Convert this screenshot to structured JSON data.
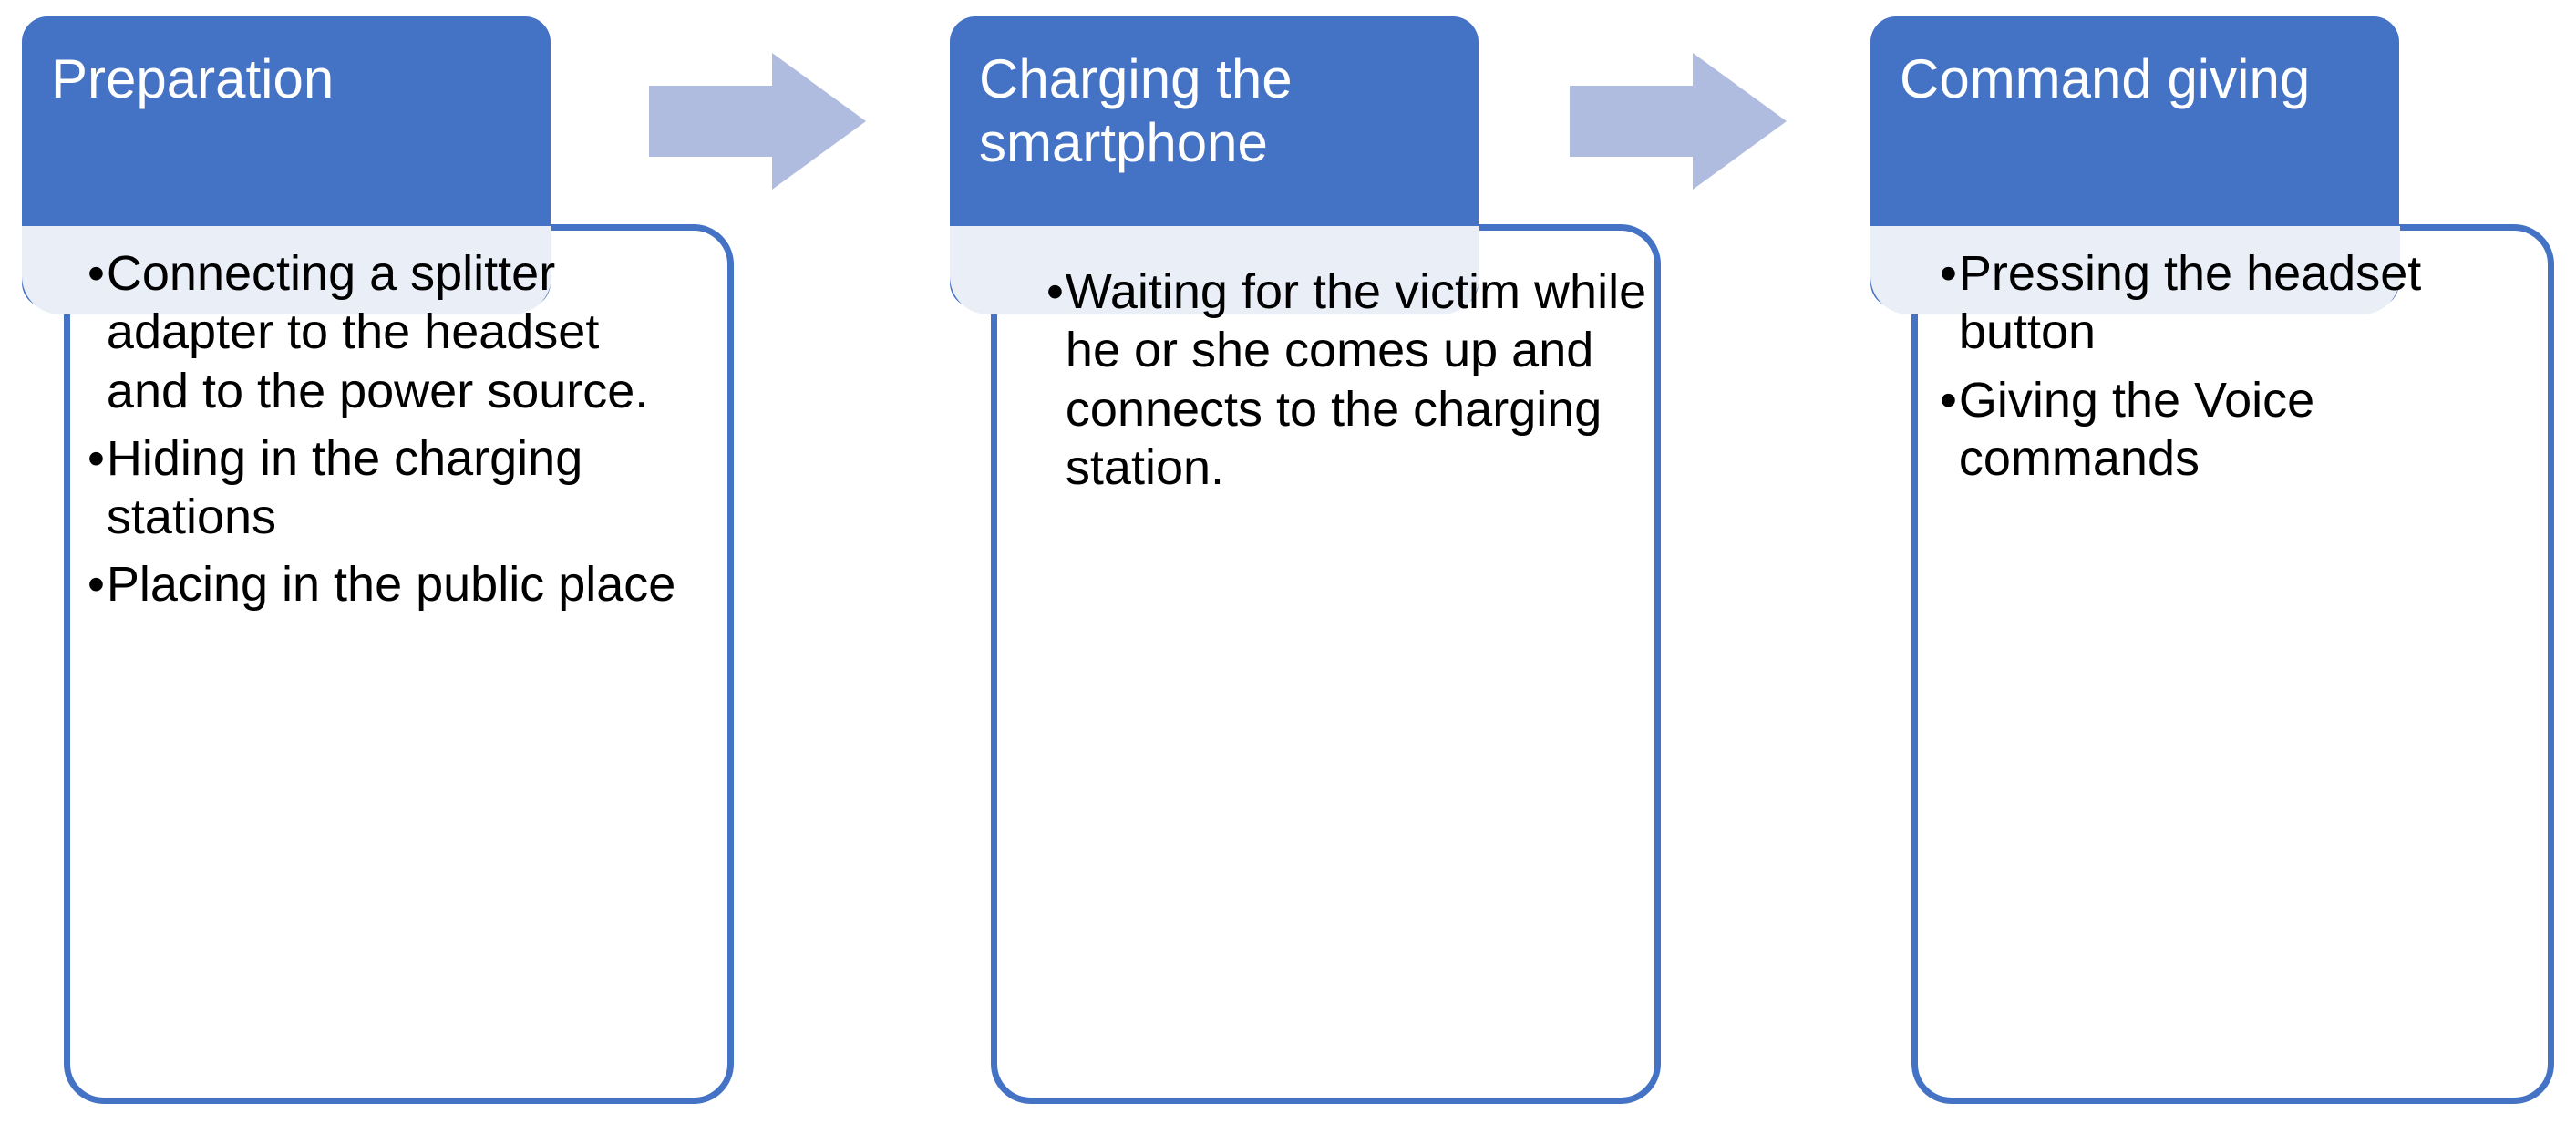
{
  "diagram": {
    "type": "process-flow",
    "title": "",
    "orientation": "horizontal",
    "colors": {
      "header_fill": "#4472C4",
      "card_border": "#4472C4",
      "card_fill": "#FFFFFF",
      "tint_patch": "#E9EEF7",
      "arrow_fill": "#AFBCDF",
      "header_text": "#FFFFFF",
      "body_text": "#000000",
      "page_background": "#FFFFFF"
    },
    "bullet_glyph": "•",
    "steps": [
      {
        "id": "step-1",
        "header": "Preparation",
        "bullets": [
          "Connecting a splitter adapter to the headset and to the power source.",
          "Hiding in the charging stations",
          "Placing in the public place"
        ]
      },
      {
        "id": "step-2",
        "header": "Charging the smartphone",
        "bullets": [
          "Waiting for the victim while he or she comes up and connects to the charging station."
        ]
      },
      {
        "id": "step-3",
        "header": "Command giving",
        "bullets": [
          "Pressing the headset button",
          "Giving the Voice commands"
        ]
      }
    ],
    "connectors": [
      {
        "id": "arrow-1",
        "from": "step-1",
        "to": "step-2",
        "shape": "right-arrow"
      },
      {
        "id": "arrow-2",
        "from": "step-2",
        "to": "step-3",
        "shape": "right-arrow"
      }
    ]
  }
}
